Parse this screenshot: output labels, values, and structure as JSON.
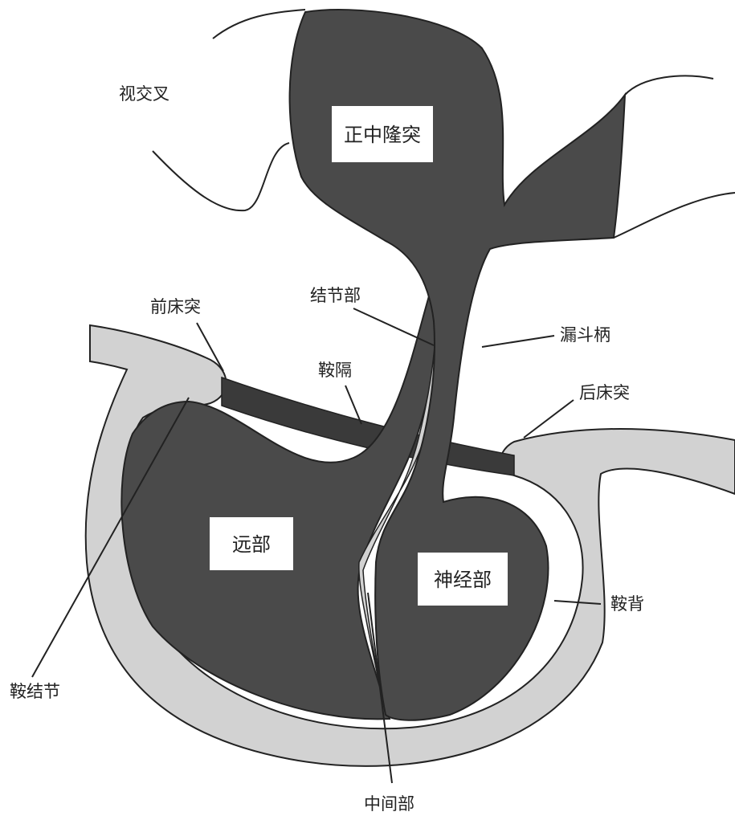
{
  "colors": {
    "tissue_dark": "#4a4a4a",
    "bone_light": "#d2d2d2",
    "outline": "#222222",
    "background": "#ffffff"
  },
  "labels": {
    "optic_chiasm": "视交叉",
    "median_eminence": "正中隆突",
    "pars_tuberalis": "结节部",
    "anterior_clinoid": "前床突",
    "infundibular_stalk": "漏斗柄",
    "diaphragma_sellae": "鞍隔",
    "posterior_clinoid": "后床突",
    "pars_distalis": "远部",
    "pars_nervosa": "神经部",
    "dorsum_sellae": "鞍背",
    "tuberculum_sellae": "鞍结节",
    "pars_intermedia": "中间部"
  }
}
